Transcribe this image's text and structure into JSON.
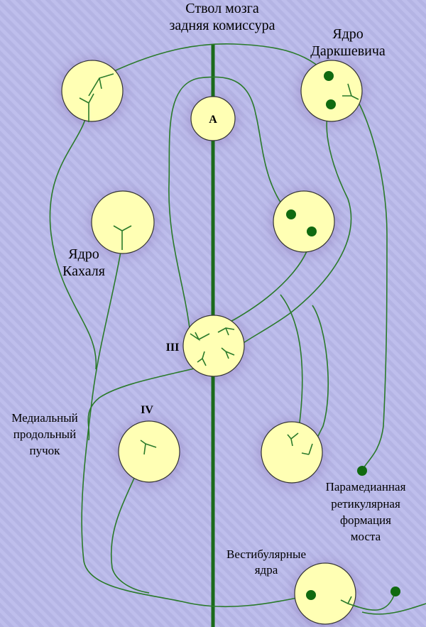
{
  "title": {
    "line1": "Ствол мозга",
    "line2": "задняя комиссура"
  },
  "labels": {
    "darkshevich": {
      "line1": "Ядро",
      "line2": "Даркшевича"
    },
    "cajal": {
      "line1": "Ядро",
      "line2": "Кахаля"
    },
    "nucleus_a": "A",
    "nucleus_iii": "III",
    "nucleus_iv": "IV",
    "mlf": {
      "line1": "Медиальный",
      "line2": "продольный",
      "line3": "пучок"
    },
    "pprf": {
      "line1": "Парамедианная",
      "line2": "ретикулярная",
      "line3": "формация",
      "line4": "моста"
    },
    "vestibular": {
      "line1": "Вестибулярные",
      "line2": "ядра"
    }
  },
  "colors": {
    "background": "#b8b8e8",
    "nucleus": "#ffffb4",
    "nerve": "#2a7a2a",
    "midline": "#1a6a1a"
  }
}
